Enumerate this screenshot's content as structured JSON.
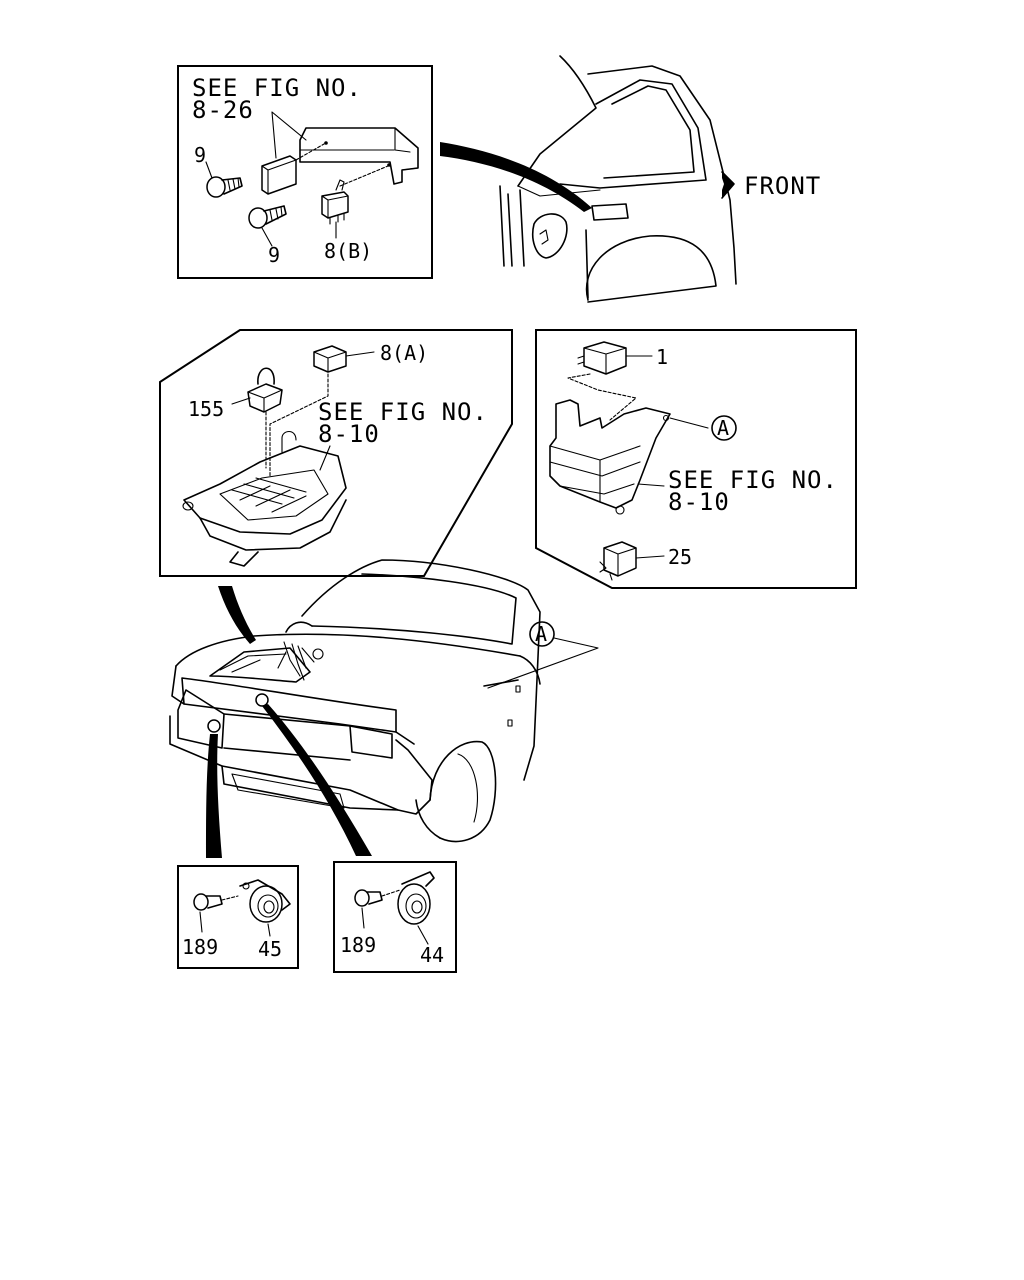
{
  "labels": {
    "see_fig_top_line1": "SEE FIG NO.",
    "see_fig_top_line2": "8-26",
    "part_9_a": "9",
    "part_9_b": "9",
    "part_8b": "8(B)",
    "front": "FRONT",
    "part_8a": "8(A)",
    "part_155": "155",
    "see_fig_mid_line1": "SEE FIG NO.",
    "see_fig_mid_line2": "8-10",
    "part_1": "1",
    "callout_a_right": "A",
    "see_fig_right_line1": "SEE FIG NO.",
    "see_fig_right_line2": "8-10",
    "part_25": "25",
    "callout_a_car": "A",
    "part_189_a": "189",
    "part_45": "45",
    "part_189_b": "189",
    "part_44": "44"
  }
}
